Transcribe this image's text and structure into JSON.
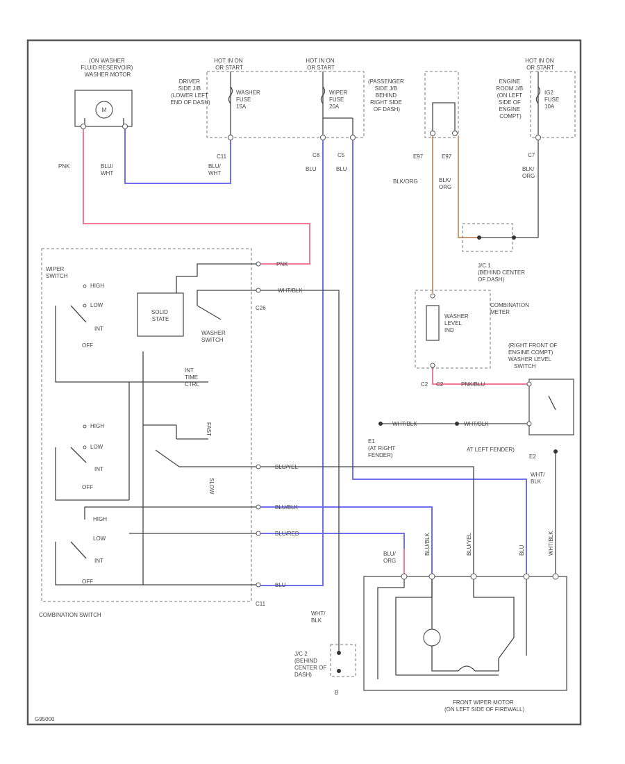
{
  "colors": {
    "pink": "#f07a96",
    "blue": "#6f6ff2",
    "tan": "#c69a72",
    "line": "#555555"
  },
  "labels": {
    "washer_motor": [
      "(ON WASHER",
      "FLUID RESERVOIR)",
      "WASHER MOTOR"
    ],
    "motor_symbol": "M",
    "hot1": [
      "HOT IN ON",
      "OR START"
    ],
    "driver_jb": [
      "DRIVER",
      "SIDE J/B",
      "(LOWER LEFT",
      "END OF DASH)"
    ],
    "washer_fuse": [
      "WASHER",
      "FUSE",
      "15A"
    ],
    "hot2": [
      "HOT IN ON",
      "OR START"
    ],
    "wiper_fuse": [
      "WIPER",
      "FUSE",
      "20A"
    ],
    "passenger_jb": [
      "(PASSENGER",
      "SIDE J/B",
      "BEHIND",
      "RIGHT SIDE",
      "OF DASH)"
    ],
    "hot3": [
      "HOT IN ON",
      "OR START"
    ],
    "engine_room": [
      "ENGINE",
      "ROOM J/B",
      "(ON LEFT",
      "SIDE OF",
      "ENGINE",
      "COMPT)"
    ],
    "ig2_fuse": [
      "IG2",
      "FUSE",
      "10A"
    ],
    "c11": "C11",
    "c8": "C8",
    "c5": "C5",
    "e97a": "E97",
    "e97b": "E97",
    "c7": "C7",
    "pnk": "PNK",
    "blu_wht_motor": [
      "BLU/",
      "WHT"
    ],
    "blu_wht_fuse": [
      "BLU/",
      "WHT"
    ],
    "blu_c8": "BLU",
    "blu_c5": "BLU",
    "blk_org_left": "BLK/ORG",
    "blk_org_right": [
      "BLK/",
      "ORG"
    ],
    "blk_org_c7": [
      "BLK/",
      "ORG"
    ],
    "jc1": [
      "J/C 1",
      "(BEHIND CENTER",
      "OF DASH)"
    ],
    "combination_meter": [
      "COMBINATION",
      "METER"
    ],
    "washer_level_ind": [
      "WASHER",
      "LEVEL",
      "IND"
    ],
    "c2a": "C2",
    "c2b": "C2",
    "pnk_blu": "PNK/BLU",
    "washer_level_switch": [
      "(RIGHT FRONT OF",
      "ENGINE COMPT)",
      "WASHER LEVEL",
      "SWITCH"
    ],
    "wht_blk_a": "WHT/BLK",
    "wht_blk_b": "WHT/BLK",
    "e1": [
      "E1",
      "(AT RIGHT",
      "FENDER)"
    ],
    "e2": [
      "AT LEFT FENDER)",
      "E2"
    ],
    "wht_blk_e2": [
      "WHT/",
      "BLK"
    ],
    "wiper_switch": [
      "WIPER",
      "SWITCH"
    ],
    "hi1": "HIGH",
    "lo1": "LOW",
    "int1": "INT",
    "off1": "OFF",
    "solid_state": [
      "SOLID",
      "STATE"
    ],
    "washer_switch": [
      "WASHER",
      "SWITCH"
    ],
    "c26": "C26",
    "wire_pnk": "PNK",
    "wire_wht_blk": "WHT/BLK",
    "int_time": [
      "INT",
      "TIME",
      "CTRL"
    ],
    "fast": "FAST",
    "hi2": "HIGH",
    "lo2": "LOW",
    "int2": "INT",
    "off2": "OFF",
    "slow": "SLOW",
    "blu_yel_wire": "BLU/YEL",
    "blu_blk_wire": "BLU/BLK",
    "blu_red_wire": "BLU/RED",
    "blu_wire": "BLU",
    "hi3": "HIGH",
    "lo3": "LOW",
    "int3": "INT",
    "off3": "OFF",
    "c11b": "C11",
    "combination_switch": "COMBINATION SWITCH",
    "wht_blk_bottom": [
      "WHT/",
      "BLK"
    ],
    "jc2": [
      "J/C 2",
      "(BEHIND",
      "CENTER OF",
      "DASH)"
    ],
    "ground_b": "B",
    "blu_org": [
      "BLU/",
      "ORG"
    ],
    "v_blu_blk": "BLU/BLK",
    "v_blu_yel": "BLU/YEL",
    "v_blu": "BLU",
    "v_wht_blk": "WHT/BLK",
    "front_wiper_motor": [
      "FRONT WIPER MOTOR",
      "(ON LEFT SIDE OF FIREWALL)"
    ],
    "figure_id": "G95000"
  }
}
